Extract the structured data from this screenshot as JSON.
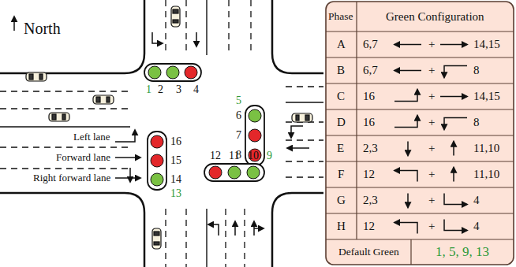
{
  "diagram": {
    "labels": [
      "North",
      "1",
      "2",
      "3",
      "4",
      "5",
      "6",
      "7",
      "8",
      "9",
      "10",
      "11",
      "12",
      "13",
      "14",
      "15",
      "16",
      "Left lane",
      "Forward lane",
      "Right forward lane",
      "Phase",
      "Green Configuration",
      "A",
      "6,7",
      "+",
      "14,15",
      "B",
      "6,7",
      "+",
      "8",
      "C",
      "16",
      "+",
      "14,15",
      "D",
      "16",
      "+",
      "8",
      "E",
      "2,3",
      "+",
      "11,10",
      "F",
      "12",
      "+",
      "11,10",
      "G",
      "2,3",
      "+",
      "4",
      "H",
      "12",
      "+",
      "4",
      "Default Green",
      "1, 5, 9, 13"
    ]
  }
}
